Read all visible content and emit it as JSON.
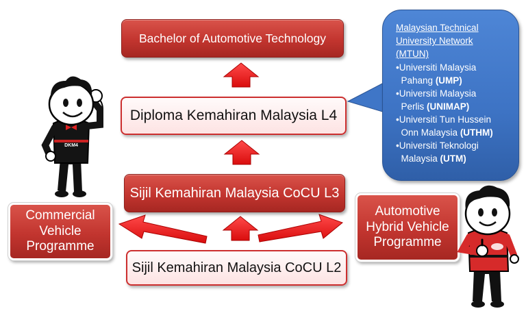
{
  "levels": {
    "bachelor": "Bachelor of Automotive Technology",
    "diploma": "Diploma Kemahiran Malaysia L4",
    "sijil_l3": "Sijil Kemahiran Malaysia CoCU L3",
    "sijil_l2": "Sijil Kemahiran Malaysia CoCU L2"
  },
  "side_programmes": {
    "left": [
      "Commercial",
      "Vehicle",
      "Programme"
    ],
    "right": [
      "Automotive",
      "Hybrid Vehicle",
      "Programme"
    ]
  },
  "bubble": {
    "title_lines": [
      "Malaysian Technical",
      "University Network",
      "(MTUN)"
    ],
    "items": [
      {
        "bullet": "•",
        "line1": "Universiti Malaysia",
        "line2": "Pahang ",
        "abbr": "(UMP)"
      },
      {
        "bullet": "•",
        "line1": "Universiti Malaysia",
        "line2": "Perlis ",
        "abbr": "(UNIMAP)"
      },
      {
        "bullet": "•",
        "line1": "Universiti Tun Hussein",
        "line2": "Onn Malaysia ",
        "abbr": "(UTHM)"
      },
      {
        "bullet": "•",
        "line1": "Universiti Teknologi",
        "line2": "Malaysia ",
        "abbr": "(UTM)"
      }
    ]
  },
  "mascots": {
    "left_shirt_text": "DKM4"
  },
  "colors": {
    "red_box": "#c2352f",
    "arrow_red": "#ee1111",
    "bubble_blue": "#3d73c4",
    "pink_box": "#fde3e3",
    "right_shirt": "#d62a2a"
  }
}
